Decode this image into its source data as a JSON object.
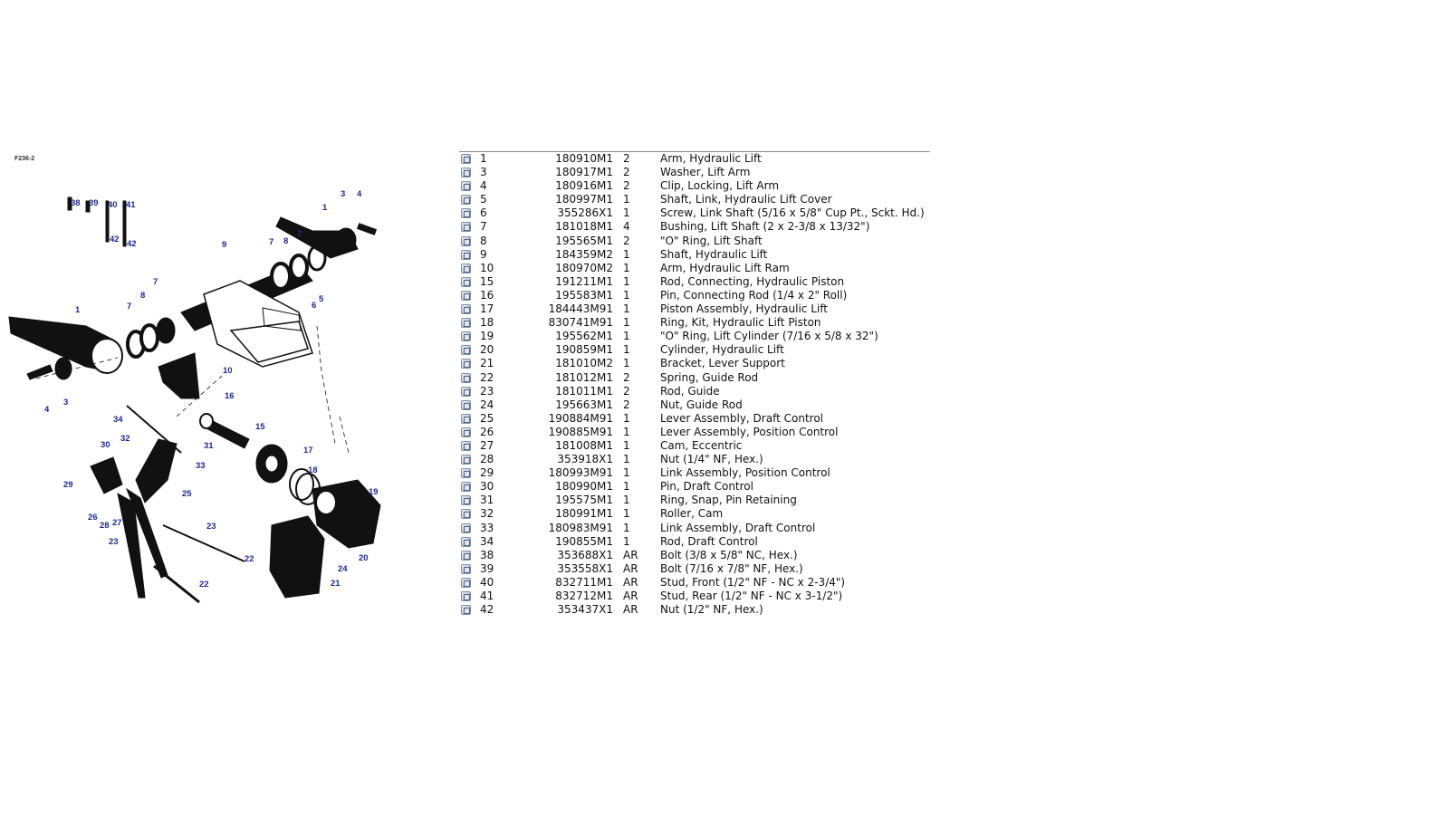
{
  "figure": {
    "id": "F236-2",
    "callouts": [
      "1",
      "3",
      "4",
      "7",
      "8",
      "7",
      "1",
      "9",
      "7",
      "8",
      "7",
      "3",
      "4",
      "5",
      "6",
      "10",
      "16",
      "15",
      "34",
      "31",
      "32",
      "30",
      "33",
      "29",
      "25",
      "26",
      "28",
      "27",
      "23",
      "23",
      "22",
      "22",
      "17",
      "18",
      "19",
      "20",
      "24",
      "21",
      "38",
      "39",
      "40",
      "41",
      "42",
      "42"
    ]
  },
  "parts": [
    {
      "ref": "1",
      "part": "180910M1",
      "qty": "2",
      "desc": "Arm, Hydraulic Lift"
    },
    {
      "ref": "3",
      "part": "180917M1",
      "qty": "2",
      "desc": "Washer, Lift Arm"
    },
    {
      "ref": "4",
      "part": "180916M1",
      "qty": "2",
      "desc": "Clip, Locking, Lift Arm"
    },
    {
      "ref": "5",
      "part": "180997M1",
      "qty": "1",
      "desc": "Shaft, Link, Hydraulic Lift Cover"
    },
    {
      "ref": "6",
      "part": "355286X1",
      "qty": "1",
      "desc": "Screw, Link Shaft (5/16 x 5/8\" Cup Pt., Sckt. Hd.)"
    },
    {
      "ref": "7",
      "part": "181018M1",
      "qty": "4",
      "desc": "Bushing, Lift Shaft (2 x 2-3/8 x 13/32\")"
    },
    {
      "ref": "8",
      "part": "195565M1",
      "qty": "2",
      "desc": "\"O\" Ring, Lift Shaft"
    },
    {
      "ref": "9",
      "part": "184359M2",
      "qty": "1",
      "desc": "Shaft, Hydraulic Lift"
    },
    {
      "ref": "10",
      "part": "180970M2",
      "qty": "1",
      "desc": "Arm, Hydraulic Lift Ram"
    },
    {
      "ref": "15",
      "part": "191211M1",
      "qty": "1",
      "desc": "Rod, Connecting, Hydraulic Piston"
    },
    {
      "ref": "16",
      "part": "195583M1",
      "qty": "1",
      "desc": "Pin, Connecting Rod (1/4 x 2\" Roll)"
    },
    {
      "ref": "17",
      "part": "184443M91",
      "qty": "1",
      "desc": "Piston Assembly, Hydraulic Lift"
    },
    {
      "ref": "18",
      "part": "830741M91",
      "qty": "1",
      "desc": "Ring, Kit, Hydraulic Lift Piston"
    },
    {
      "ref": "19",
      "part": "195562M1",
      "qty": "1",
      "desc": "\"O\" Ring, Lift Cylinder (7/16 x 5/8 x 32\")"
    },
    {
      "ref": "20",
      "part": "190859M1",
      "qty": "1",
      "desc": "Cylinder, Hydraulic Lift"
    },
    {
      "ref": "21",
      "part": "181010M2",
      "qty": "1",
      "desc": "Bracket, Lever Support"
    },
    {
      "ref": "22",
      "part": "181012M1",
      "qty": "2",
      "desc": "Spring, Guide Rod"
    },
    {
      "ref": "23",
      "part": "181011M1",
      "qty": "2",
      "desc": "Rod, Guide"
    },
    {
      "ref": "24",
      "part": "195663M1",
      "qty": "2",
      "desc": "Nut, Guide Rod"
    },
    {
      "ref": "25",
      "part": "190884M91",
      "qty": "1",
      "desc": "Lever Assembly, Draft Control"
    },
    {
      "ref": "26",
      "part": "190885M91",
      "qty": "1",
      "desc": "Lever Assembly, Position Control"
    },
    {
      "ref": "27",
      "part": "181008M1",
      "qty": "1",
      "desc": "Cam, Eccentric"
    },
    {
      "ref": "28",
      "part": "353918X1",
      "qty": "1",
      "desc": "Nut (1/4\" NF, Hex.)"
    },
    {
      "ref": "29",
      "part": "180993M91",
      "qty": "1",
      "desc": "Link Assembly, Position Control"
    },
    {
      "ref": "30",
      "part": "180990M1",
      "qty": "1",
      "desc": "Pin, Draft Control"
    },
    {
      "ref": "31",
      "part": "195575M1",
      "qty": "1",
      "desc": "Ring, Snap, Pin Retaining"
    },
    {
      "ref": "32",
      "part": "180991M1",
      "qty": "1",
      "desc": "Roller, Cam"
    },
    {
      "ref": "33",
      "part": "180983M91",
      "qty": "1",
      "desc": "Link Assembly, Draft Control"
    },
    {
      "ref": "34",
      "part": "190855M1",
      "qty": "1",
      "desc": "Rod, Draft Control"
    },
    {
      "ref": "38",
      "part": "353688X1",
      "qty": "AR",
      "desc": "Bolt (3/8 x 5/8\" NC, Hex.)"
    },
    {
      "ref": "39",
      "part": "353558X1",
      "qty": "AR",
      "desc": "Bolt (7/16 x 7/8\" NF, Hex.)"
    },
    {
      "ref": "40",
      "part": "832711M1",
      "qty": "AR",
      "desc": "Stud, Front (1/2\" NF - NC x 2-3/4\")"
    },
    {
      "ref": "41",
      "part": "832712M1",
      "qty": "AR",
      "desc": "Stud, Rear (1/2\" NF - NC x 3-1/2\")"
    },
    {
      "ref": "42",
      "part": "353437X1",
      "qty": "AR",
      "desc": "Nut (1/2\" NF, Hex.)"
    }
  ],
  "colors": {
    "callout": "#1e2a8a",
    "border": "#8a8a8a"
  }
}
